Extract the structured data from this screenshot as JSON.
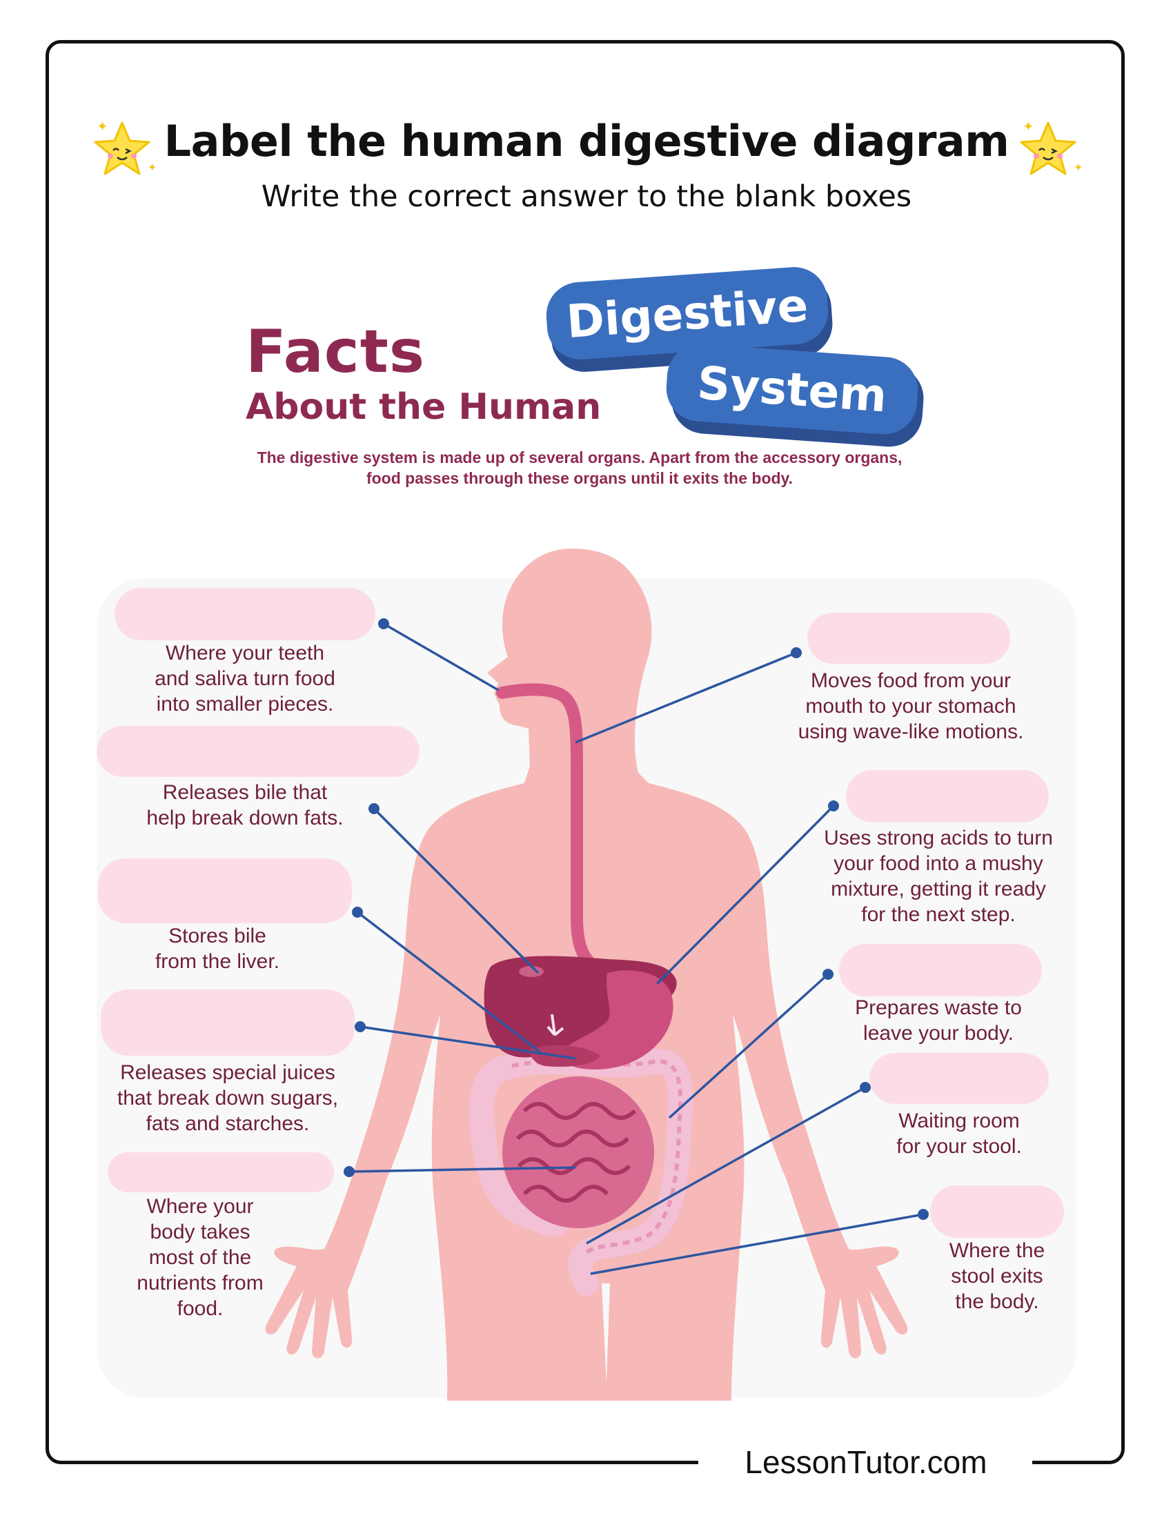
{
  "header": {
    "title": "Label the human digestive diagram",
    "subtitle": "Write the correct answer to the blank boxes"
  },
  "facts": {
    "line1": "Facts",
    "line2": "About the Human",
    "badge1": "Digestive",
    "badge2": "System",
    "intro": "The digestive system is made up of several organs. Apart from the accessory organs, food passes through these organs until it exits the body."
  },
  "labels": {
    "left": [
      {
        "id": "mouth",
        "description": "Where your teeth\nand saliva turn food\ninto smaller pieces."
      },
      {
        "id": "liver",
        "description": "Releases bile that\nhelp break down fats."
      },
      {
        "id": "gallbladder",
        "description": "Stores bile\nfrom the liver."
      },
      {
        "id": "pancreas",
        "description": "Releases special juices\nthat break down sugars,\nfats and starches."
      },
      {
        "id": "small-intestine",
        "description": "Where your\nbody takes\nmost of the\nnutrients from\nfood."
      }
    ],
    "right": [
      {
        "id": "esophagus",
        "description": "Moves food from your\nmouth to your stomach\nusing wave-like motions."
      },
      {
        "id": "stomach",
        "description": "Uses strong acids to turn\nyour food into a mushy\nmixture, getting it ready\nfor the next step."
      },
      {
        "id": "large-intestine",
        "description": "Prepares waste to\nleave your body."
      },
      {
        "id": "rectum",
        "description": "Waiting room\nfor your stool."
      },
      {
        "id": "anus",
        "description": "Where the\nstool exits\nthe body."
      }
    ]
  },
  "footer": {
    "site": "LessonTutor.com"
  },
  "colors": {
    "maroon": "#8e2a52",
    "badge_blue": "#3a68b5",
    "skin": "#f6b9b8",
    "label_box": "#fcdde7",
    "leader_line": "#2d56a0"
  }
}
